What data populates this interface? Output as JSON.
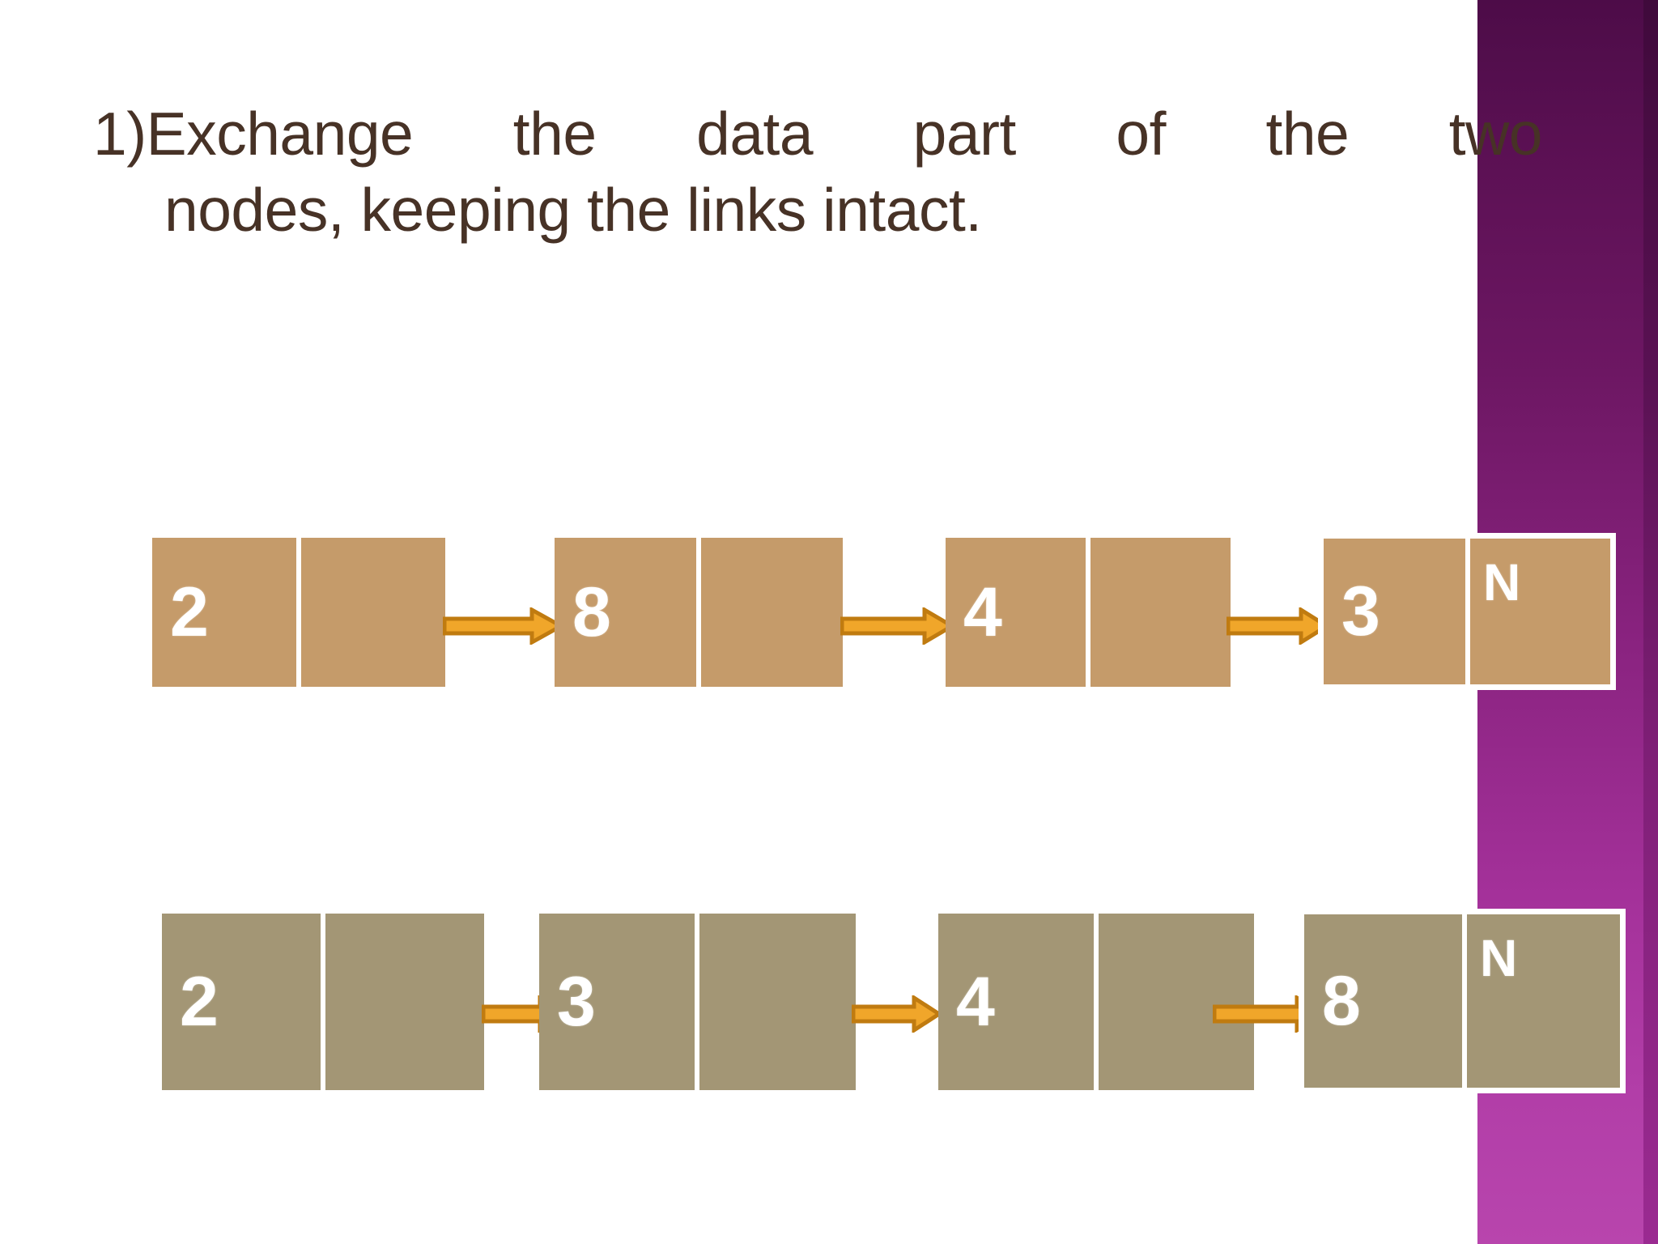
{
  "slide": {
    "title_line_1": "1)Exchange the data part of the two",
    "title_line_2": "nodes, keeping the links intact.",
    "title_color": "#473226",
    "background_color": "#FFFFFF",
    "accent_band_top_color": "#4D0C48",
    "accent_band_bottom_color": "#B845AD",
    "arrow_fill_color": "#F0A62A",
    "arrow_outline_color": "#C07B10"
  },
  "diagram": {
    "type": "linked-list",
    "rows": [
      {
        "label": "before-exchange",
        "node_color": "#C59B6A",
        "value_color": "#FFFFFF",
        "nodes": [
          {
            "data": "2",
            "link": ""
          },
          {
            "data": "8",
            "link": ""
          },
          {
            "data": "4",
            "link": ""
          },
          {
            "data": "3",
            "link": "N"
          }
        ]
      },
      {
        "label": "after-exchange",
        "node_color": "#A39675",
        "value_color": "#FFFFFF",
        "nodes": [
          {
            "data": "2",
            "link": ""
          },
          {
            "data": "3",
            "link": ""
          },
          {
            "data": "4",
            "link": ""
          },
          {
            "data": "8",
            "link": "N"
          }
        ]
      }
    ]
  }
}
